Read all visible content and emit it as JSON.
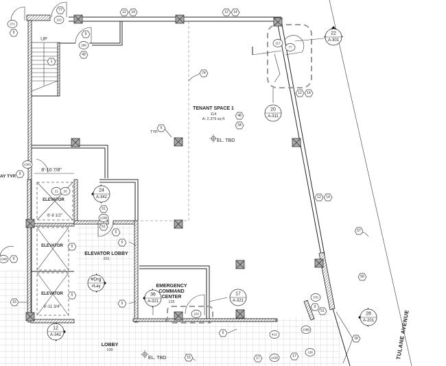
{
  "rooms": {
    "tenant": {
      "name": "TENANT SPACE 1",
      "number": "114",
      "area": "A: 2,379 sq ft"
    },
    "elevator_lobby": {
      "name": "ELEVATOR LOBBY",
      "number": "101"
    },
    "ecc": {
      "line1": "EMERGENCY",
      "line2": "COMMAND",
      "line3": "CENTER",
      "number": "125"
    },
    "lobby": {
      "name": "LOBBY",
      "number": "100"
    },
    "elevators": [
      "ELEVATOR",
      "ELEVATOR",
      "ELEVATOR"
    ]
  },
  "labels": {
    "up": "UP",
    "el_tbd_1": "EL. TBD",
    "el_tbd_2": "EL. TBD",
    "typ": "TYP.",
    "ay_typ": "AY TYP.",
    "street": "TULANE AVENUE"
  },
  "dimensions": [
    "8'-10 7/8\"",
    "6'-8 1/2\"",
    "6'-11 3/4\""
  ],
  "keynote_tags": [
    "77",
    "9",
    "9",
    "49",
    "12",
    "14",
    "12",
    "14",
    "74",
    "6",
    "48",
    "34",
    "12",
    "14",
    "1",
    "9",
    "12",
    "14",
    "57",
    "56",
    "18",
    "9",
    "51",
    "51",
    "51",
    "6",
    "5",
    "5",
    "5",
    "5",
    "9",
    "16",
    "6",
    "15",
    "17",
    "17"
  ],
  "door_tags": [
    "271",
    "110",
    "296",
    "117",
    "77",
    "130S",
    "21",
    "20",
    "133B",
    "134B",
    "103",
    "378",
    "41S",
    "138B",
    "138",
    "142B"
  ],
  "section_markers": [
    {
      "number": "22",
      "sheet": "A-301"
    },
    {
      "number": "20",
      "sheet": "A-311"
    },
    {
      "number": "24",
      "sheet": "A-342"
    },
    {
      "number": "36",
      "sheet": "A-321"
    },
    {
      "number": "17",
      "sheet": "A-321"
    },
    {
      "number": "12",
      "sheet": "A-342"
    },
    {
      "number": "28",
      "sheet": "A-201"
    },
    {
      "number": "#Drg",
      "sheet": "#Lay"
    }
  ]
}
